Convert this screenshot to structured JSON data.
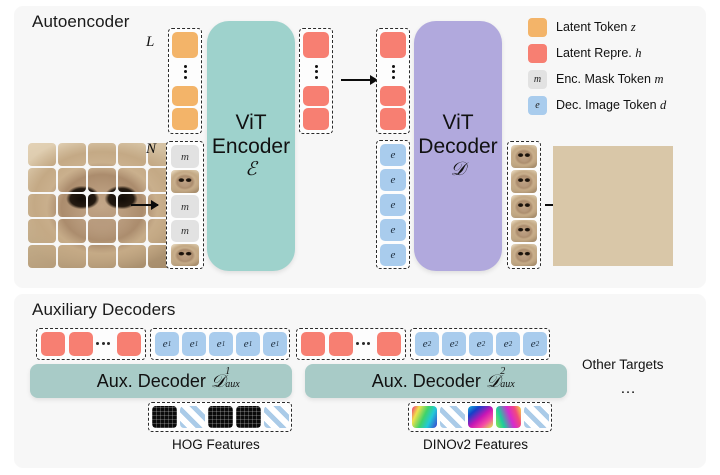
{
  "panels": {
    "autoencoder_title": "Autoencoder",
    "aux_title": "Auxiliary Decoders"
  },
  "modules": {
    "encoder_line1": "ViT",
    "encoder_line2": "Encoder",
    "encoder_symbol": "ℰ",
    "decoder_line1": "ViT",
    "decoder_line2": "Decoder",
    "decoder_symbol": "𝒟"
  },
  "labels": {
    "latent_count": "L",
    "patch_count": "N"
  },
  "tokens": {
    "latent_token": "z",
    "latent_repr": "h",
    "mask_token": "m",
    "image_token": "e",
    "aux1_token_base": "e",
    "aux1_token_sup": "1",
    "aux2_token_base": "e",
    "aux2_token_sup": "2"
  },
  "legend": {
    "items": [
      {
        "icon": "orange-square-icon",
        "glyph": "",
        "text_plain": "Latent Token ",
        "text_math": "z",
        "color": "#f3b469"
      },
      {
        "icon": "red-square-icon",
        "glyph": "",
        "text_plain": "Latent Repre. ",
        "text_math": "h",
        "color": "#f77f72"
      },
      {
        "icon": "grey-mask-token-icon",
        "glyph": "m",
        "text_plain": "Enc. Mask Token ",
        "text_math": "m",
        "color": "#e2e2e2"
      },
      {
        "icon": "blue-image-token-icon",
        "glyph": "e",
        "text_plain": "Dec. Image Token ",
        "text_math": "d",
        "color": "#a9cced"
      }
    ]
  },
  "aux": {
    "decoder1_label": "Aux. Decoder ",
    "decoder1_sym": "𝒟",
    "decoder1_sup": "1",
    "decoder1_sub": "aux",
    "decoder2_label": "Aux. Decoder ",
    "decoder2_sym": "𝒟",
    "decoder2_sup": "2",
    "decoder2_sub": "aux",
    "hog_caption": "HOG Features",
    "dino_caption": "DINOv2 Features",
    "other_targets": "Other Targets",
    "other_ellipsis": "…"
  },
  "colors": {
    "latent_token": "#f3b469",
    "latent_repr": "#f77f72",
    "mask_token": "#e2e2e2",
    "image_token": "#a9cced",
    "encoder": "#9ed2cc",
    "decoder": "#b1a9dd",
    "aux_decoder": "#a8cbc7",
    "panel_bg": "#f7f7f7",
    "page_bg": "#ffffff"
  },
  "structure": {
    "latent_column_items": [
      "z",
      "dots",
      "z",
      "z"
    ],
    "encoder_input_column": [
      "m",
      "patch",
      "m",
      "m",
      "patch"
    ],
    "latent_repr_column": [
      "h",
      "dots",
      "h",
      "h"
    ],
    "decoder_latent_column": [
      "h",
      "dots",
      "h",
      "h"
    ],
    "decoder_image_column": [
      "e",
      "e",
      "e",
      "e",
      "e"
    ],
    "decoder_output_patches": 5,
    "aux1_red_tokens": 3,
    "aux1_blue_tokens": 5,
    "aux2_red_tokens": 3,
    "aux2_blue_tokens": 5,
    "hog_tiles": [
      "dark",
      "stripe",
      "dark",
      "dark",
      "stripe"
    ],
    "dino_tiles": [
      "color",
      "stripe",
      "color",
      "color",
      "stripe"
    ],
    "input_patch_grid": "5x5"
  }
}
